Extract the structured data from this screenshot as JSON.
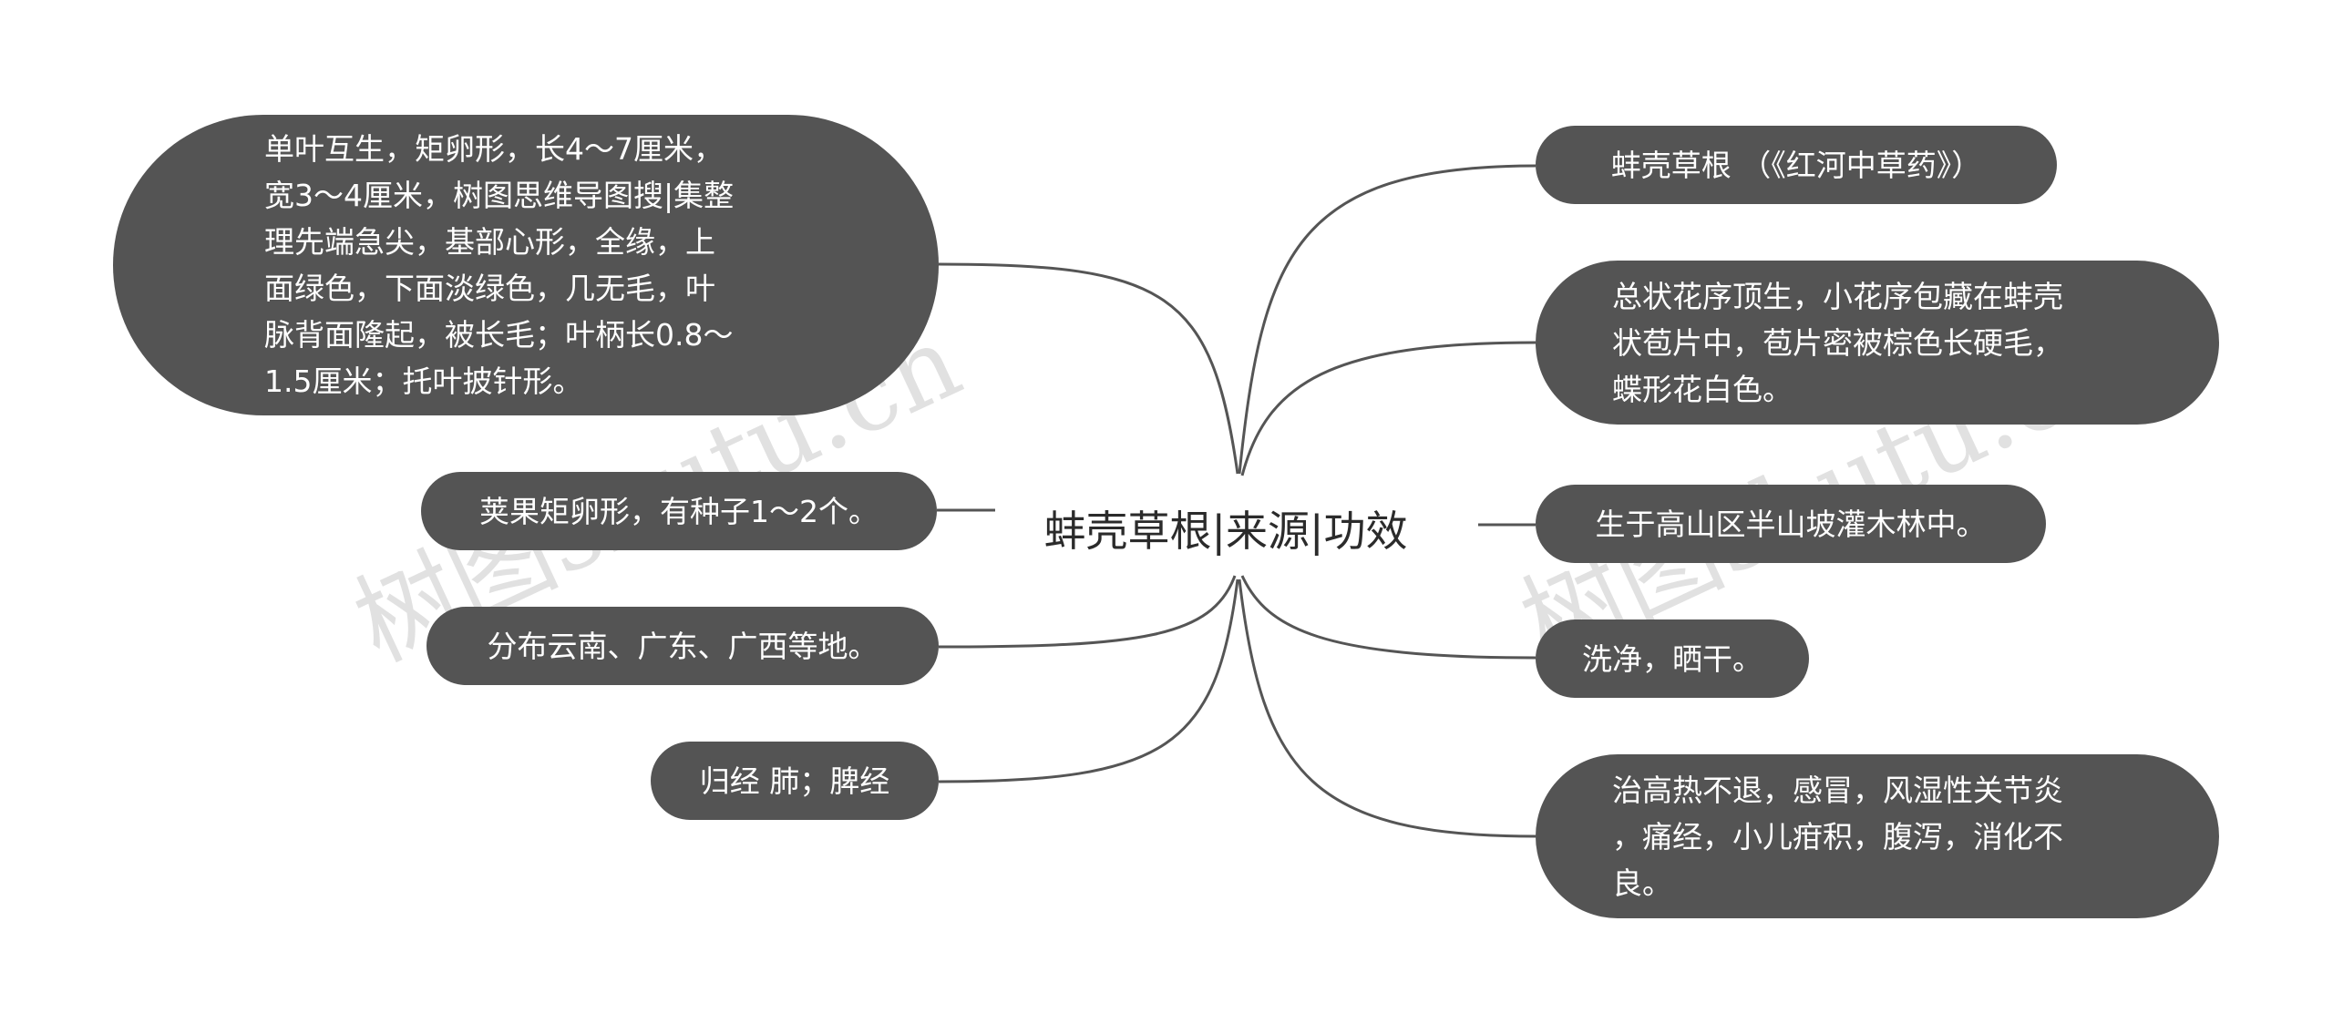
{
  "root": {
    "title": "蚌壳草根|来源|功效"
  },
  "left_nodes": [
    {
      "id": "leaf-description",
      "text": "单叶互生，矩卵形，长4～7厘米，\n宽3～4厘米，树图思维导图搜|集整\n理先端急尖，基部心形，全缘，上\n面绿色，下面淡绿色，几无毛，叶\n脉背面隆起，被长毛；叶柄长0.8～\n1.5厘米；托叶披针形。"
    },
    {
      "id": "pod-description",
      "text": "荚果矩卵形，有种子1～2个。"
    },
    {
      "id": "distribution",
      "text": "分布云南、广东、广西等地。"
    },
    {
      "id": "meridian",
      "text": "归经 肺；脾经"
    }
  ],
  "right_nodes": [
    {
      "id": "source-book",
      "text": "蚌壳草根 （《红河中草药》）"
    },
    {
      "id": "flower-description",
      "text": "总状花序顶生，小花序包藏在蚌壳\n状苞片中，苞片密被棕色长硬毛，\n蝶形花白色。"
    },
    {
      "id": "habitat",
      "text": "生于高山区半山坡灌木林中。"
    },
    {
      "id": "processing",
      "text": "洗净，晒干。"
    },
    {
      "id": "efficacy",
      "text": "治高热不退，感冒，风湿性关节炎\n，痛经，小儿疳积，腹泻，消化不\n良。"
    }
  ],
  "watermarks": [
    "树图shutu.cn",
    "树图shutu.cn"
  ],
  "colors": {
    "node_fill": "#545454",
    "node_text": "#ffffff",
    "connector": "#555555",
    "root_text": "#2b2b2b",
    "background": "#ffffff"
  }
}
